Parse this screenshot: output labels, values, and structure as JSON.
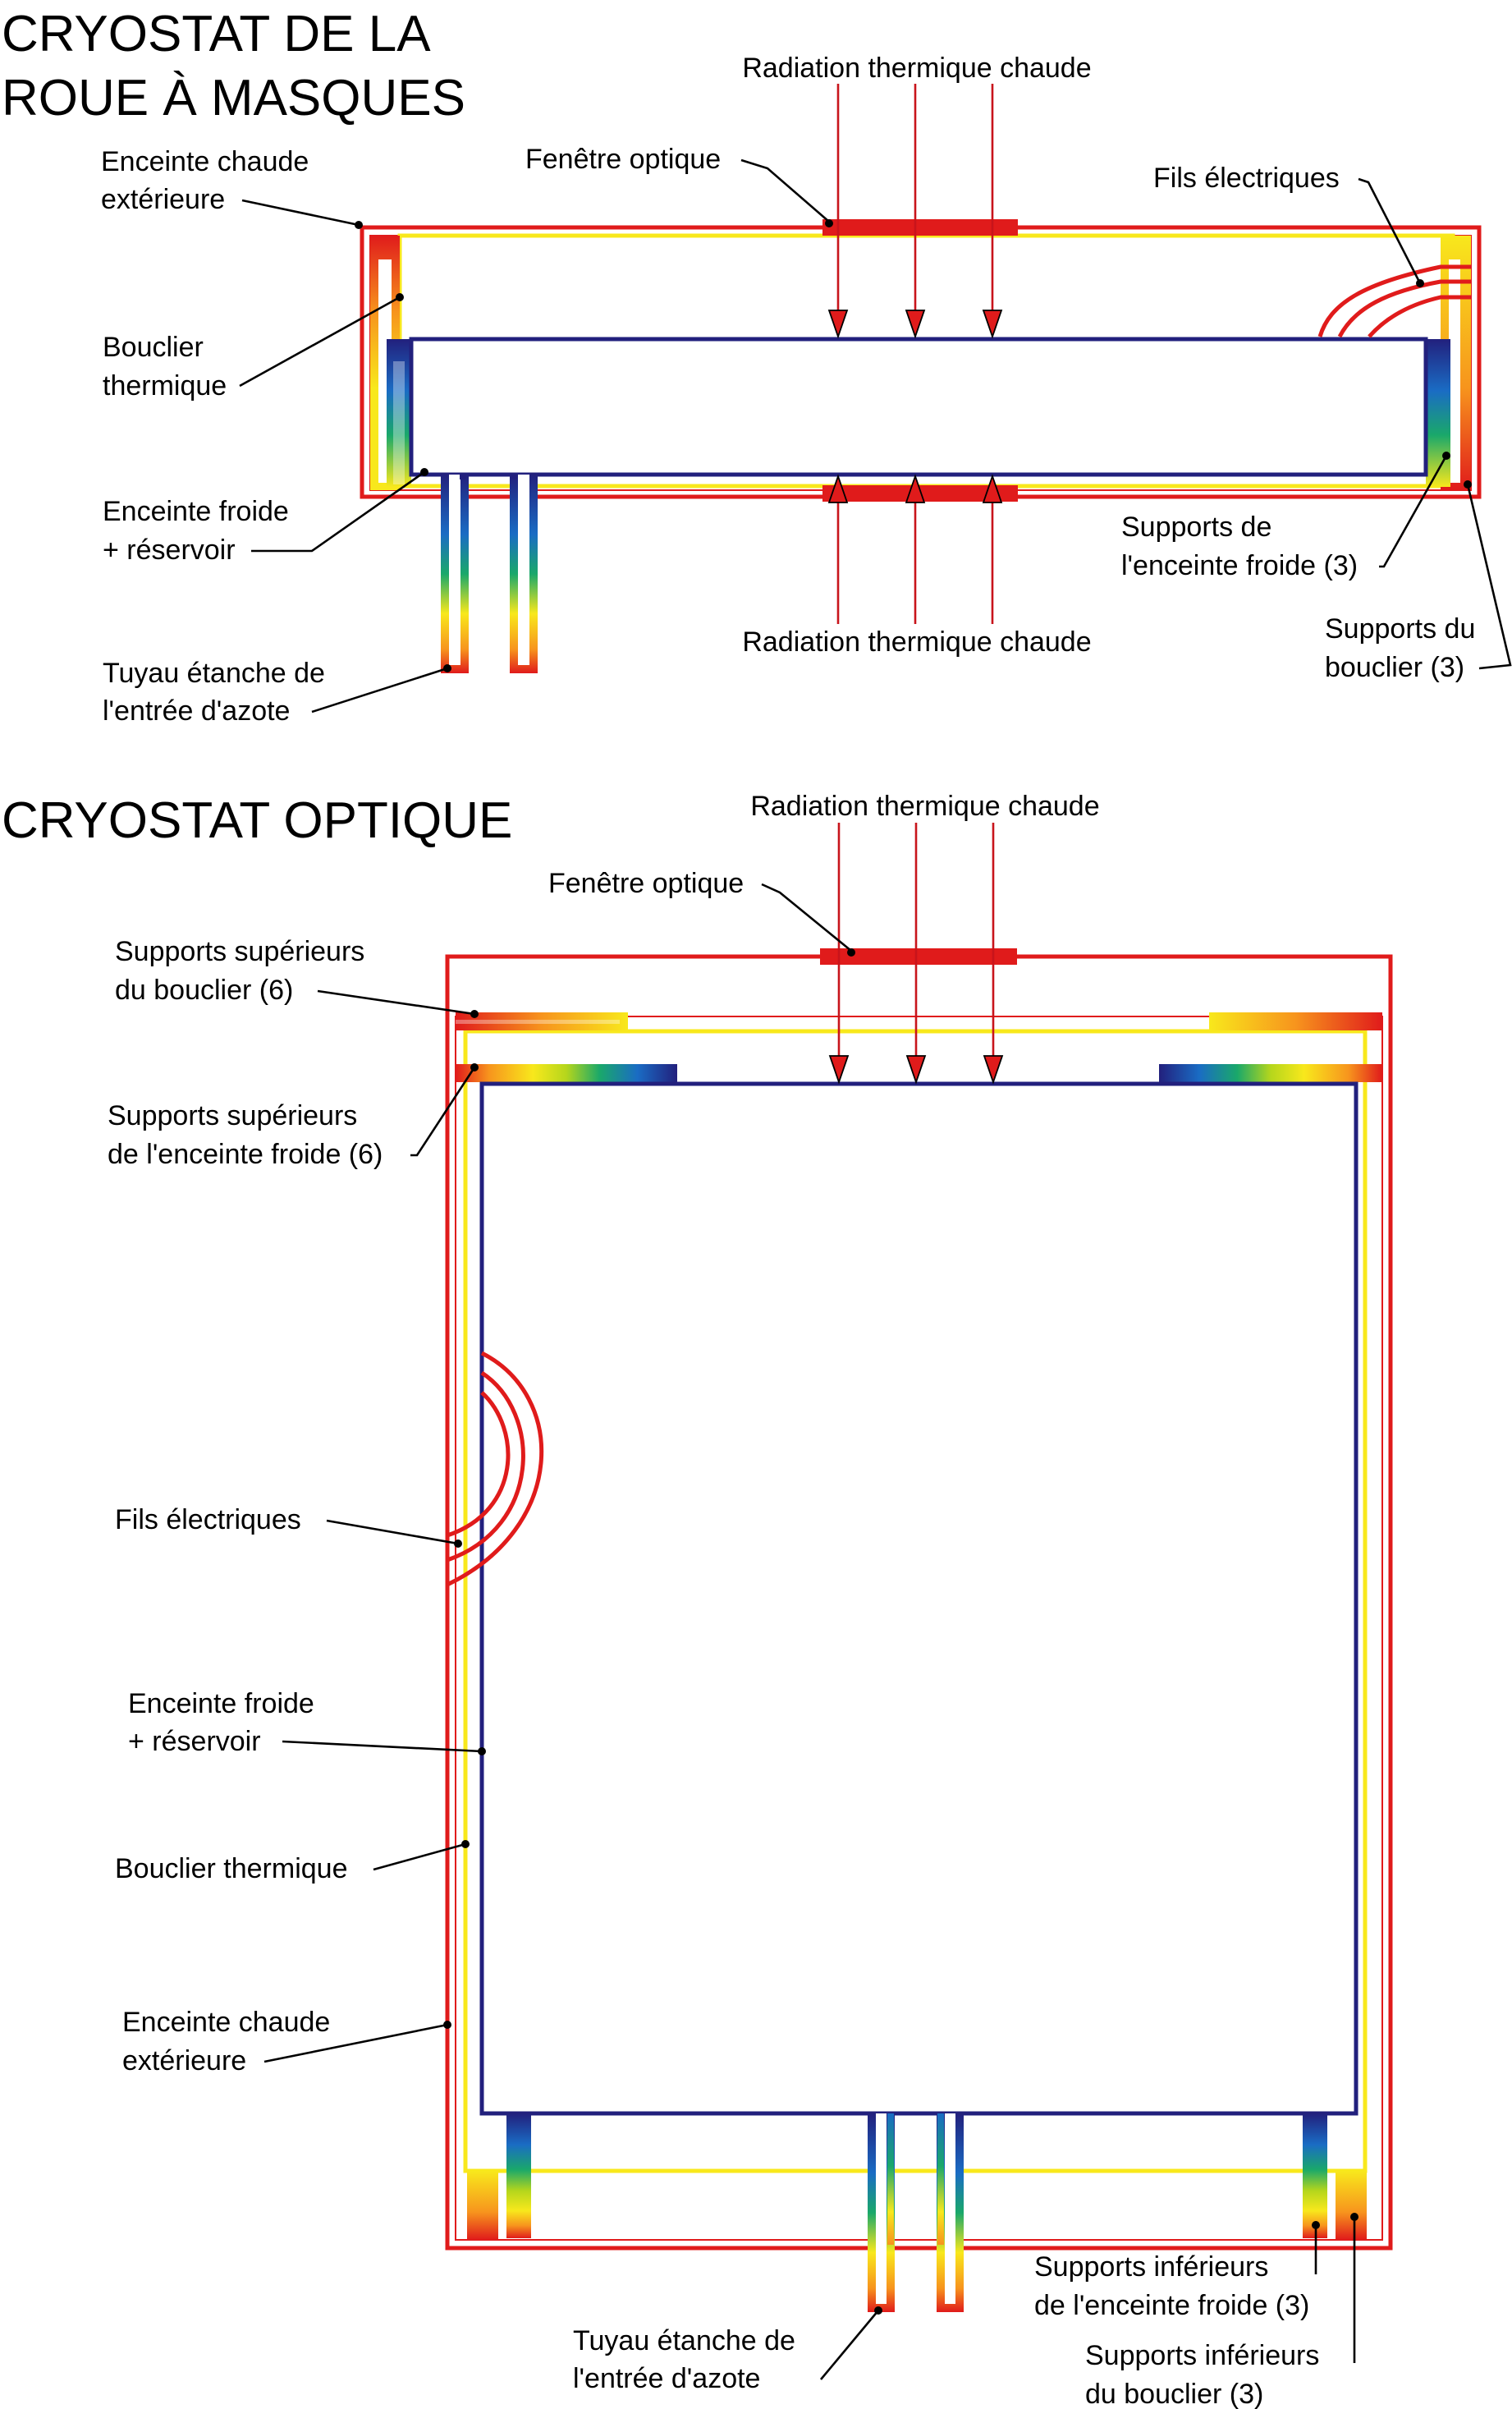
{
  "colors": {
    "hot": "#e01b1b",
    "shield": "#f8e81c",
    "cold": "#22207d",
    "gradient": [
      "#22207d",
      "#1a6cc4",
      "#1aa86a",
      "#b5d61c",
      "#f8e81c",
      "#f7941d",
      "#e01b1b"
    ]
  },
  "top": {
    "title_line1": "CRYOSTAT DE LA",
    "title_line2": "ROUE À MASQUES",
    "radiation_top": "Radiation thermique chaude",
    "radiation_bottom": "Radiation thermique chaude",
    "window": "Fenêtre optique",
    "wires": "Fils électriques",
    "outer_l1": "Enceinte chaude",
    "outer_l2": "extérieure",
    "shield_l1": "Bouclier",
    "shield_l2": "thermique",
    "cold_l1": "Enceinte froide",
    "cold_l2": "+ réservoir",
    "pipe_l1": "Tuyau étanche de",
    "pipe_l2": "l'entrée d'azote",
    "coldsup_l1": "Supports de",
    "coldsup_l2": "l'enceinte froide (3)",
    "shieldsup_l1": "Supports du",
    "shieldsup_l2": "bouclier (3)"
  },
  "bottom": {
    "title": "CRYOSTAT OPTIQUE",
    "radiation": "Radiation thermique chaude",
    "window": "Fenêtre optique",
    "upper_shield_l1": "Supports supérieurs",
    "upper_shield_l2": "du bouclier (6)",
    "upper_cold_l1": "Supports supérieurs",
    "upper_cold_l2": "de l'enceinte froide (6)",
    "wires": "Fils électriques",
    "cold_l1": "Enceinte froide",
    "cold_l2": "+ réservoir",
    "shield": "Bouclier thermique",
    "outer_l1": "Enceinte chaude",
    "outer_l2": "extérieure",
    "pipe_l1": "Tuyau étanche de",
    "pipe_l2": "l'entrée d'azote",
    "lower_cold_l1": "Supports inférieurs",
    "lower_cold_l2": "de l'enceinte froide (3)",
    "lower_shield_l1": "Supports inférieurs",
    "lower_shield_l2": "du bouclier (3)"
  }
}
